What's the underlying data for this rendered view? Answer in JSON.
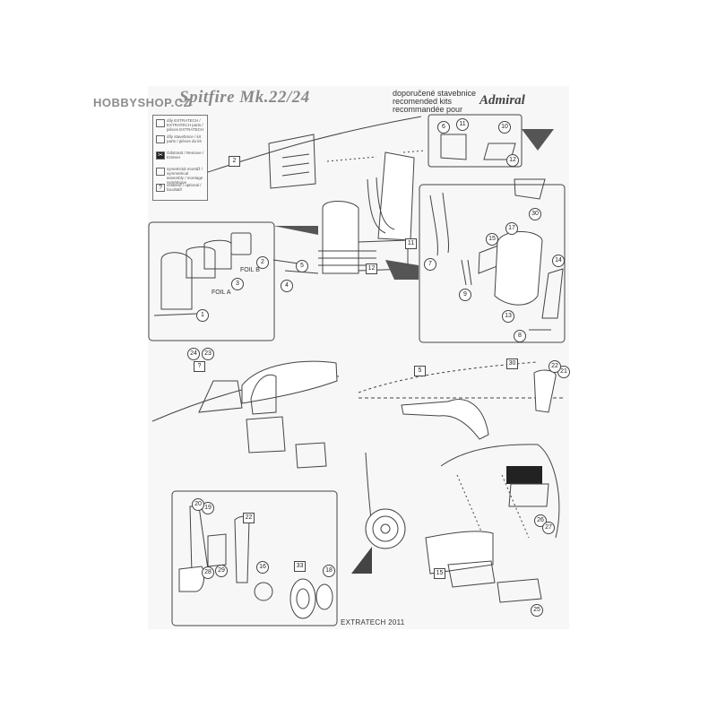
{
  "watermark": "HOBBYSHOP.CZ",
  "header": {
    "title": "Spitfire Mk.22/24",
    "recommended_kits": [
      "doporučené stavebnice",
      "recomended kits",
      "recommandée pour"
    ],
    "brand": "Admiral"
  },
  "legend": {
    "rows": [
      {
        "symbol": "",
        "text": "díly EXTRATECH / EXTRATECH parts / pièces EXTRATECH"
      },
      {
        "symbol": "",
        "text": "díly stavebnice / kit parts / pièces du kit"
      },
      {
        "symbol": "✂",
        "text": "Odstranit / Remove / Enlever"
      },
      {
        "symbol": "",
        "text": "symetrická montáž / symmetrical assembly / montage symétrique"
      },
      {
        "symbol": "?",
        "text": "volitelně / optional / facultatif"
      }
    ]
  },
  "labels": {
    "foil_a": "FOIL A",
    "foil_b": "FOIL B",
    "credit": "EXTRATECH 2011"
  },
  "part_numbers": {
    "n1": "1",
    "n2": "2",
    "n3": "3",
    "n4": "4",
    "n5": "5",
    "n6": "6",
    "n7": "7",
    "n8": "8",
    "n9": "9",
    "n10": "10",
    "n11": "11",
    "n12": "12",
    "n13": "13",
    "n14": "14",
    "n15": "15",
    "n16": "16",
    "n17": "17",
    "n18": "18",
    "n19": "19",
    "n20": "20",
    "n21": "21",
    "n22": "22",
    "n23": "23",
    "n24": "24",
    "n25": "25",
    "n26": "26",
    "n27": "27",
    "n28": "28",
    "n29": "29",
    "n30": "30",
    "n33": "33",
    "q": "?"
  }
}
